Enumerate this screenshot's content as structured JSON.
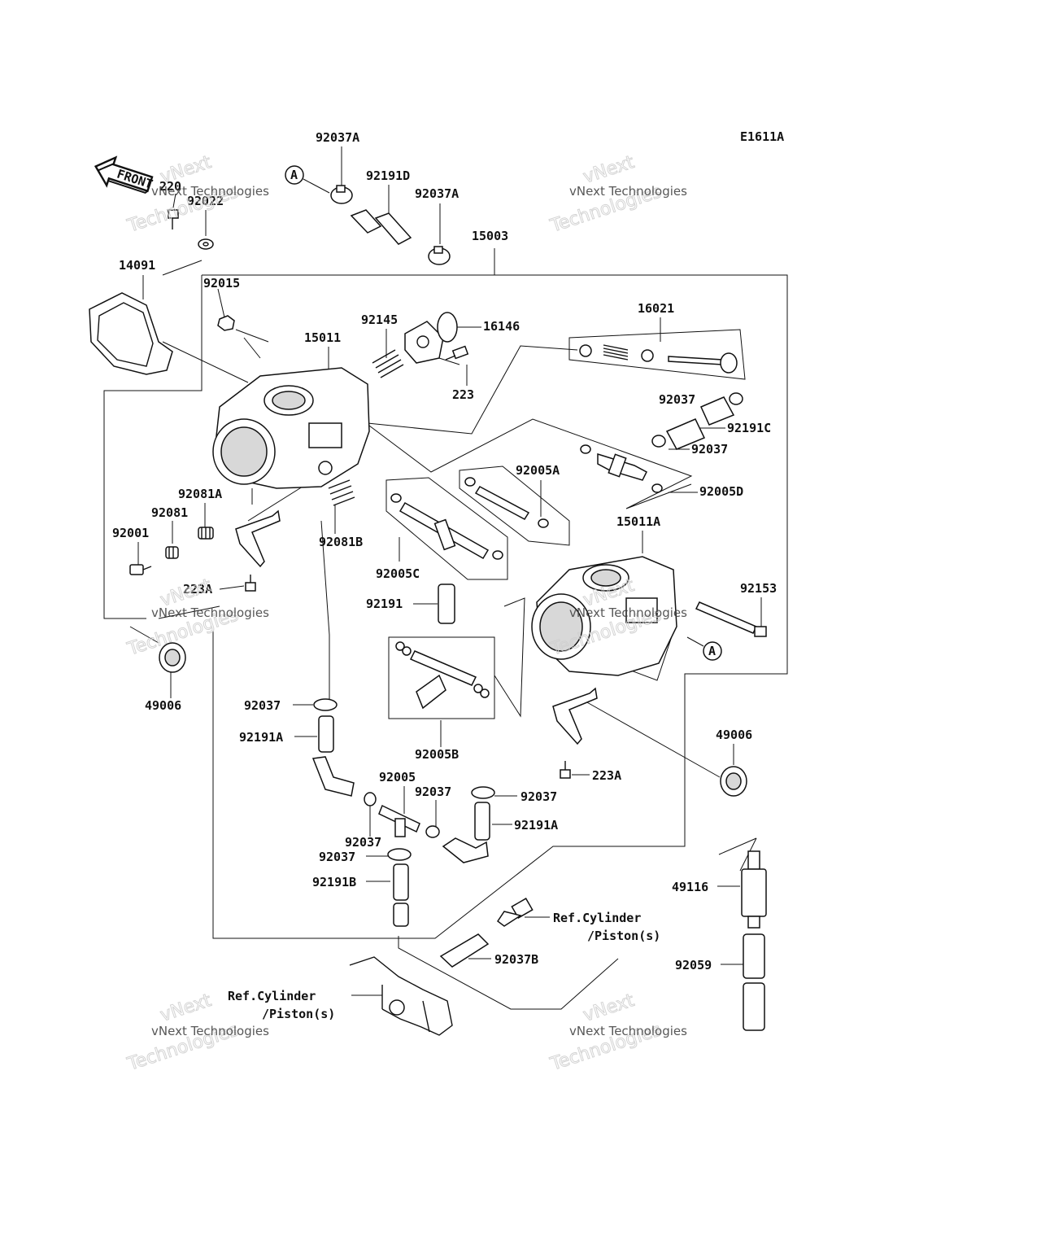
{
  "diagram_code": "E1611A",
  "front_label": "FRONT",
  "ref_marker": "A",
  "watermark": {
    "company": "vNext",
    "line2": "Technologies",
    "full": "vNext Technologies"
  },
  "parts": {
    "p220": "220",
    "p92022": "92022",
    "p14091": "14091",
    "p92037A_a": "92037A",
    "p92037A_b": "92037A",
    "p92191D": "92191D",
    "p15003": "15003",
    "p92015": "92015",
    "p92145": "92145",
    "p16146": "16146",
    "p15011": "15011",
    "p223": "223",
    "p16021": "16021",
    "p92037_a": "92037",
    "p92191C": "92191C",
    "p92037_b": "92037",
    "p92005A": "92005A",
    "p92005D": "92005D",
    "p92081A": "92081A",
    "p92081": "92081",
    "p92001": "92001",
    "p92081B": "92081B",
    "p15011A": "15011A",
    "p223A_a": "223A",
    "p92005C": "92005C",
    "p92191": "92191",
    "p92153": "92153",
    "p49006_a": "49006",
    "p92037_c": "92037",
    "p92191A_a": "92191A",
    "p92005B": "92005B",
    "p49006_b": "49006",
    "p223A_b": "223A",
    "p92005": "92005",
    "p92037_d": "92037",
    "p92037_e": "92037",
    "p92191A_b": "92191A",
    "p92037_f": "92037",
    "p92037_g": "92037",
    "p92191B": "92191B",
    "p49116": "49116",
    "p92037B": "92037B",
    "p92059": "92059"
  },
  "refs": {
    "ref1_line1": "Ref.Cylinder",
    "ref1_line2": "/Piston(s)",
    "ref2_line1": "Ref.Cylinder",
    "ref2_line2": "/Piston(s)"
  }
}
